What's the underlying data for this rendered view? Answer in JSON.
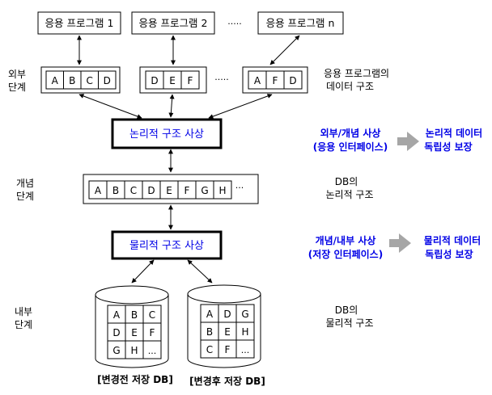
{
  "apps": [
    "응용 프로그램 1",
    "응용 프로그램 2",
    "·····",
    "응용 프로그램 n"
  ],
  "external_records": [
    [
      "A",
      "B",
      "C",
      "D"
    ],
    [
      "D",
      "E",
      "F"
    ],
    [
      "A",
      "F",
      "D"
    ]
  ],
  "ellipsis_small": "·····",
  "level_labels": {
    "external": [
      "외부",
      "단계"
    ],
    "conceptual": [
      "개념",
      "단계"
    ],
    "internal": [
      "내부",
      "단계"
    ]
  },
  "external_desc": [
    "응용 프로그램의",
    "데이터 구조"
  ],
  "logical_mapping_label": "논리적 구조 사상",
  "conceptual_cells": [
    "A",
    "B",
    "C",
    "D",
    "E",
    "F",
    "G",
    "H",
    "···"
  ],
  "conceptual_desc": [
    "DB의",
    "논리적 구조"
  ],
  "physical_mapping_label": "물리적 구조 사상",
  "internal_desc": [
    "DB의",
    "물리적 구조"
  ],
  "db_before": [
    "A",
    "B",
    "C",
    "D",
    "E",
    "F",
    "G",
    "H",
    "..."
  ],
  "db_after": [
    "A",
    "D",
    "G",
    "B",
    "E",
    "H",
    "C",
    "F",
    "..."
  ],
  "db_before_caption": "[변경전 저장 DB]",
  "db_after_caption": "[변경후 저장 DB]",
  "logical_independence": {
    "left": [
      "외부/개념 사상",
      "(응용 인터페이스)"
    ],
    "right": [
      "논리적 데이터",
      "독립성 보장"
    ]
  },
  "physical_independence": {
    "left": [
      "개념/내부 사상",
      "(저장 인터페이스)"
    ],
    "right": [
      "물리적 데이터",
      "독립성 보장"
    ]
  },
  "colors": {
    "accent": "#0000e6",
    "arrow_gray": "#a6a6a6",
    "line": "#000000"
  }
}
